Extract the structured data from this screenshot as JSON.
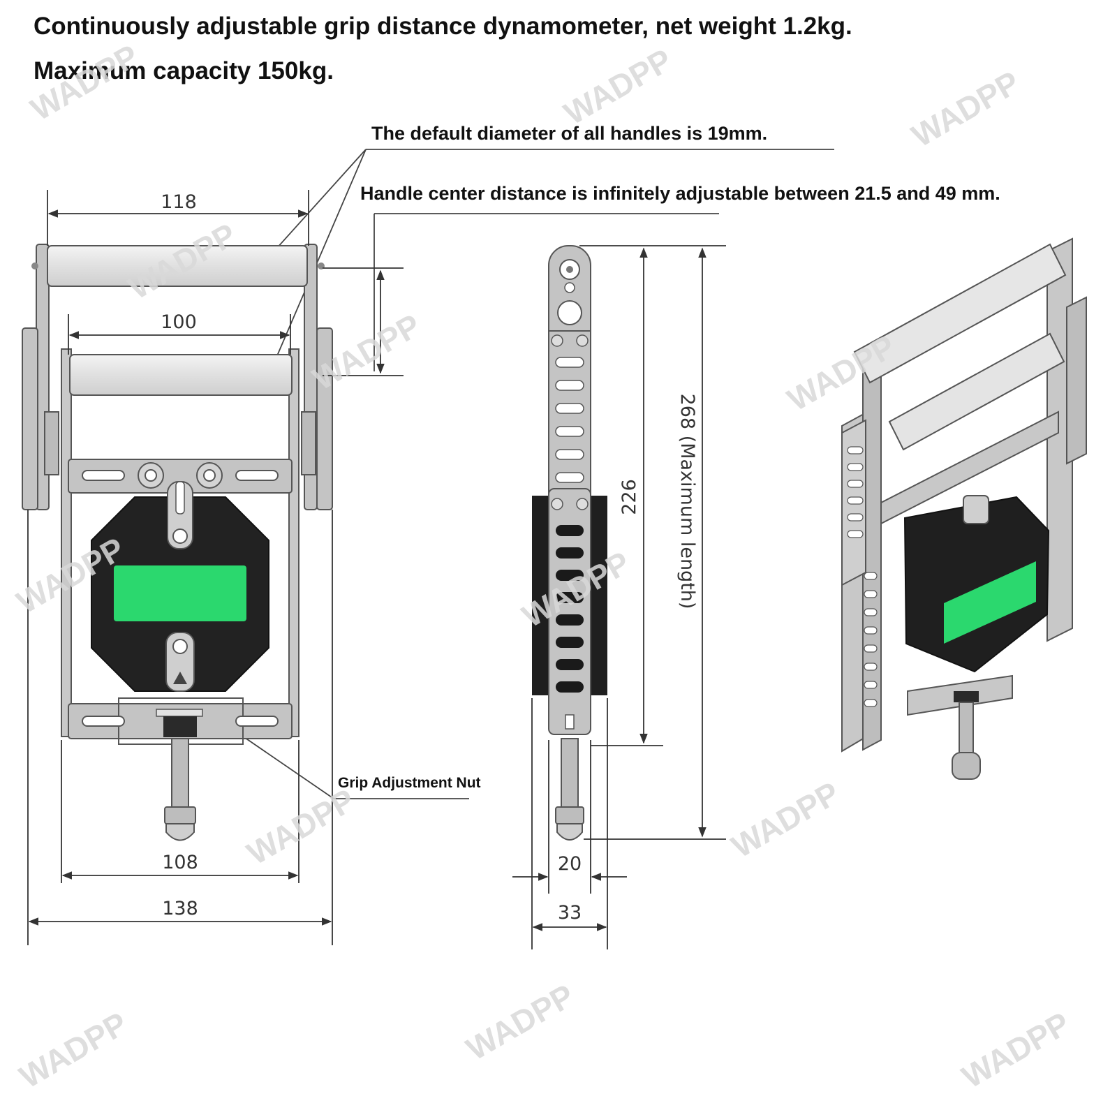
{
  "title": {
    "line1": "Continuously adjustable grip distance dynamometer, net weight 1.2kg.",
    "line2": "Maximum capacity 150kg."
  },
  "notes": {
    "handle_diameter": "The default diameter of all handles is 19mm.",
    "center_distance": "Handle center distance is infinitely adjustable between 21.5 and 49 mm.",
    "nut": "Grip Adjustment Nut"
  },
  "dimensions": {
    "top_handle_width": "118",
    "inner_handle_width": "100",
    "frame_width": "108",
    "total_width": "138",
    "length": "226",
    "max_length": "268 (Maximum length)",
    "bar_width": "20",
    "depth": "33"
  },
  "watermark": "WADPP",
  "colors": {
    "frame": "#c4c4c4",
    "frame_stroke": "#555555",
    "handle": "#e6e6e6",
    "body": "#1f1f1f",
    "display": "#2bd86e",
    "text": "#111111"
  }
}
